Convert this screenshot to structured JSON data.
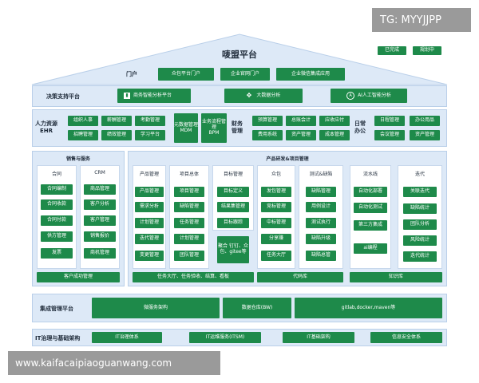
{
  "watermark_top": "TG: MYYJJPP",
  "watermark_bottom": "www.kaifacaipiaoguanwang.com",
  "title": "唛盟平台",
  "legend": {
    "done": "已完成",
    "planned": "规划中"
  },
  "portal": {
    "label": "门户",
    "items": [
      "众包平台门户",
      "企业官网门户",
      "企业微信集成应用"
    ]
  },
  "decision": {
    "label": "决策支持平台",
    "items": [
      "商务智能分析平台",
      "大数据分析",
      "AI人工智能分析"
    ],
    "icons": [
      "chart-icon",
      "network-icon",
      "ai-icon"
    ]
  },
  "ehr": {
    "label1": "人力资源",
    "label2": "EHR",
    "items": [
      "组织人事",
      "薪酬管理",
      "考勤管理",
      "招聘管理",
      "绩效管理",
      "学习平台"
    ]
  },
  "mdm": [
    "元数据管理",
    "MDM"
  ],
  "bpm": [
    "业务流程管理",
    "BPM"
  ],
  "finance": {
    "label1": "财务",
    "label2": "管理",
    "items": [
      "预算管理",
      "总账会计",
      "应收应付",
      "费用系统",
      "资产管理",
      "成本管理"
    ]
  },
  "office": {
    "label1": "日常",
    "label2": "办公",
    "items": [
      "日程管理",
      "办公用品",
      "会议管理",
      "资产管理"
    ]
  },
  "sales": {
    "label": "销售与服务",
    "contract": {
      "title": "合同",
      "items": [
        "合同编制",
        "合同收款",
        "合同付款",
        "供方管理",
        "发票"
      ]
    },
    "crm": {
      "title": "CRM",
      "items": [
        "商品管理",
        "客户分析",
        "客户管理",
        "销售报价",
        "商机管理"
      ]
    },
    "bottom": "客户成功管理"
  },
  "rd": {
    "label": "产品研发&项目管理",
    "product": {
      "title": "产品管理",
      "items": [
        "产品管理",
        "需求分析",
        "计划管理",
        "迭代管理",
        "变更管理"
      ]
    },
    "project": {
      "title": "项目总体",
      "items": [
        "项目管理",
        "缺陷管理",
        "任务管理",
        "计划管理",
        "团队管理"
      ]
    },
    "goal": {
      "title": "目标管理",
      "items": [
        "目标定义",
        "结果集管理",
        "目标跟踪"
      ]
    },
    "pack": "聚合 钉钉、众包、gitee等",
    "crowd": {
      "title": "众包",
      "items": [
        "发包管理",
        "竞标管理",
        "中标管理",
        "分享赚",
        "任务大厅"
      ]
    },
    "test": {
      "title": "测试&缺陷",
      "items": [
        "缺陷管理",
        "用例设计",
        "测试执行",
        "缺陷升级",
        "缺陷总管"
      ]
    },
    "pipeline": {
      "title": "流水线",
      "items": [
        "自动化部署",
        "自动化测试",
        "第三方集成",
        "ai编程"
      ]
    },
    "iter": {
      "title": "迭代",
      "items": [
        "关联迭代",
        "缺陷统计",
        "团队分析",
        "风险统计",
        "迭代统计"
      ]
    },
    "bottom": [
      "任务大厅、任务验收、结算、看板",
      "代码库",
      "知识库"
    ]
  },
  "integration": {
    "label": "集成管理平台",
    "items": [
      "微服务架构",
      "数据仓库(BW)",
      "gitlab,docker,maven等"
    ]
  },
  "it": {
    "label": "IT治理与基础架构",
    "items": [
      "IT治理体系",
      "IT运维服务(ITSM)",
      "IT基础架构",
      "信息安全体系"
    ]
  }
}
